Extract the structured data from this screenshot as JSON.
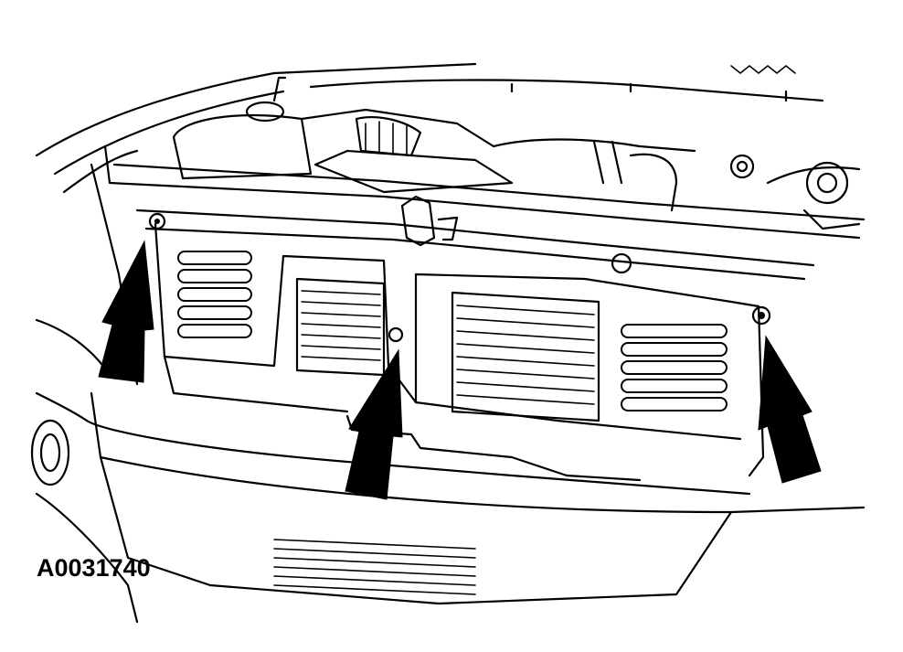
{
  "figure": {
    "id_label": "A0031740",
    "subject": "grille-opening-panel-fasteners",
    "arrow_count": 3,
    "fastener_count": 3,
    "ink_color": "#000000",
    "paper_color": "#ffffff"
  }
}
